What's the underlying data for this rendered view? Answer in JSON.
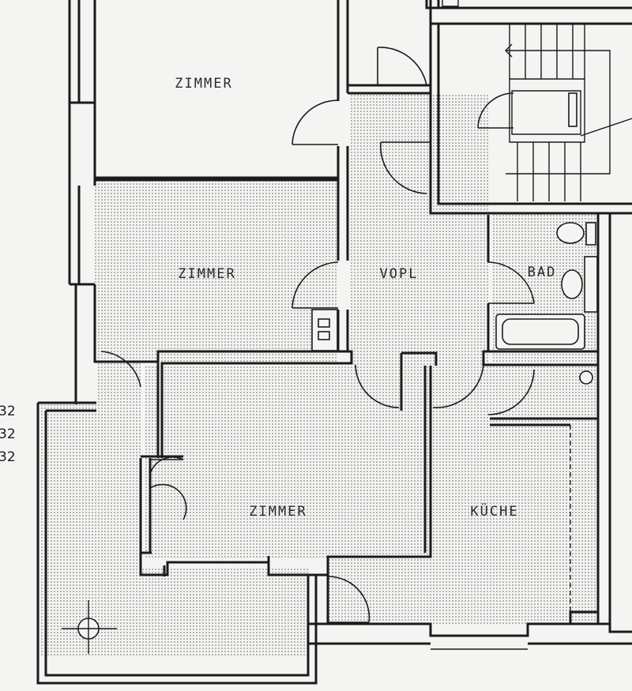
{
  "rooms": {
    "zimmer_top": "ZIMMER",
    "zimmer_mid": "ZIMMER",
    "zimmer_bottom": "ZIMMER",
    "vopl": "VOPL",
    "bad": "BAD",
    "kueche": "KÜCHE"
  },
  "edge_numbers": [
    "32",
    "32",
    "32"
  ],
  "colors": {
    "wall": "#1b1b1b",
    "paper": "#f4f4f2",
    "dot_pattern": "#5a5a5a"
  }
}
